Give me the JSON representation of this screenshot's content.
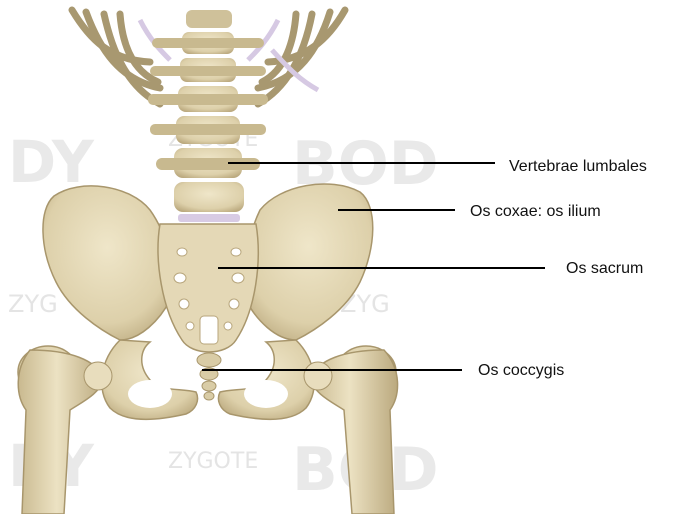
{
  "labels": [
    {
      "id": "vertebrae",
      "text": "Vertebrae lumbales"
    },
    {
      "id": "ilium",
      "text": "Os coxae: os ilium"
    },
    {
      "id": "sacrum",
      "text": "Os sacrum"
    },
    {
      "id": "coccyx",
      "text": "Os coccygis"
    }
  ],
  "watermark": {
    "logo_text": "ZYGOTE",
    "left_fragment": "DY",
    "right_fragment": "BOD",
    "side_fragment": "ZYG"
  },
  "colors": {
    "bone": "#e3d8b8",
    "bone_shadow": "#bfae86",
    "bone_dark": "#9a8a63",
    "cartilage": "#d9cde6",
    "leader_line": "#000000",
    "watermark": "#e6e6e6"
  }
}
